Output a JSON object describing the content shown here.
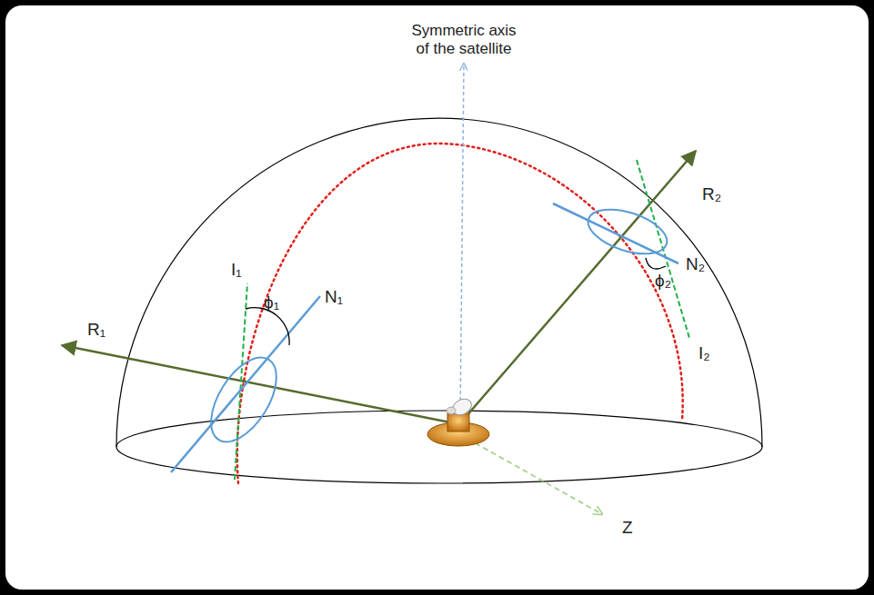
{
  "diagram": {
    "labels": [
      "Symmetric axis of the satellite",
      "I₁",
      "ϕ₁",
      "N₁",
      "R₁",
      "R₂",
      "N₂",
      "ϕ₂",
      "I₂",
      "Z"
    ]
  }
}
